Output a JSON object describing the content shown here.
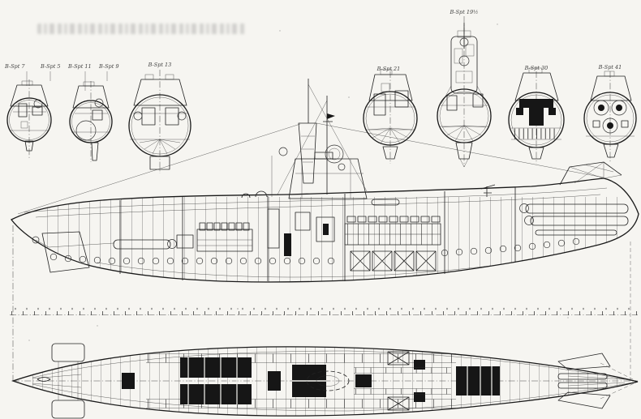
{
  "colors": {
    "paper": "#f6f5f1",
    "ink": "#1c1c1c",
    "faint_ink": "#6b6b6b"
  },
  "sections": {
    "labels": [
      {
        "text": "B-Spt 7"
      },
      {
        "text": "B-Spt 5"
      },
      {
        "text": "B-Spt 11"
      },
      {
        "text": "B-Spt 9"
      },
      {
        "text": "B-Spt 13"
      },
      {
        "text": "B-Spt 21"
      },
      {
        "text": "B-Spt 19½"
      },
      {
        "text": "B-Spt 30"
      },
      {
        "text": "B-Spt 41"
      }
    ]
  }
}
